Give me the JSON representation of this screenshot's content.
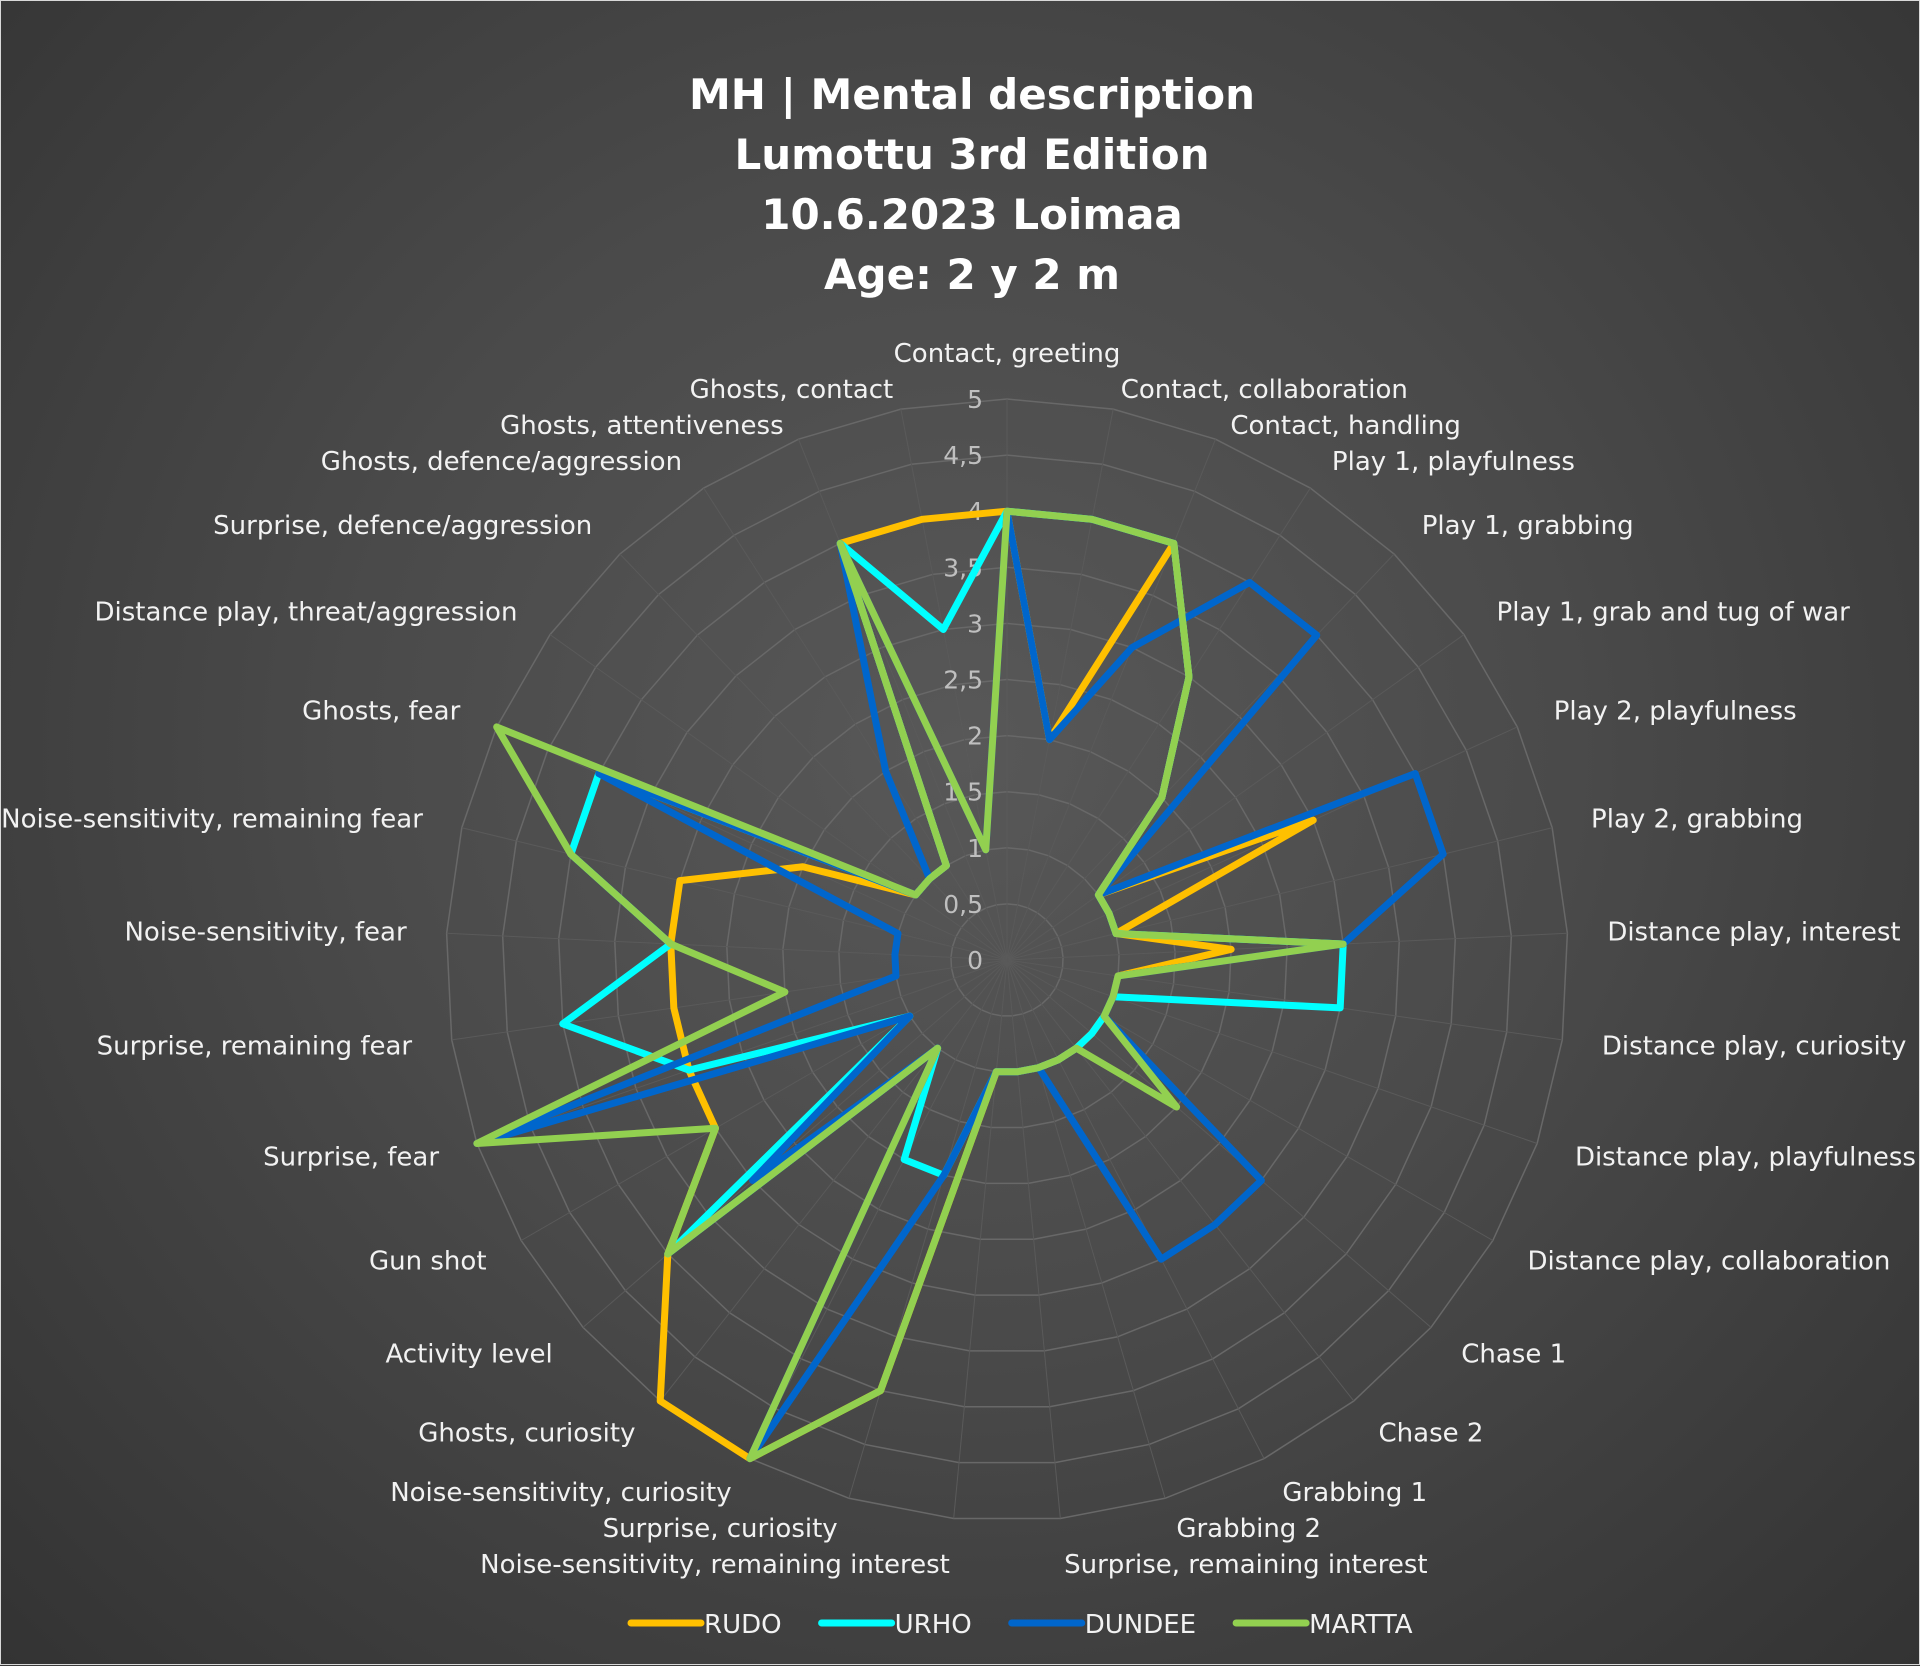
{
  "title_lines": [
    "MH | Mental description",
    "Lumottu 3rd Edition",
    "10.6.2023 Loimaa",
    "Age: 2 y 2 m"
  ],
  "chart_data": {
    "type": "radar",
    "title": "MH | Mental description / Lumottu 3rd Edition / 10.6.2023 Loimaa / Age: 2 y 2 m",
    "categories": [
      "Contact, greeting",
      "Contact, collaboration",
      "Contact, handling",
      "Play 1, playfulness",
      "Play 1, grabbing",
      "Play 1, grab and tug of war",
      "Play 2, playfulness",
      "Play 2, grabbing",
      "Distance play, interest",
      "Distance play, curiosity",
      "Distance play, playfulness",
      "Distance play, collaboration",
      "Chase 1",
      "Chase 2",
      "Grabbing 1",
      "Grabbing 2",
      "Surprise, remaining interest",
      "Noise-sensitivity, remaining interest",
      "Surprise, curiosity",
      "Noise-sensitivity, curiosity",
      "Ghosts, curiosity",
      "Activity level",
      "Gun shot",
      "Surprise, fear",
      "Surprise, remaining fear",
      "Noise-sensitivity, fear",
      "Noise-sensitivity, remaining fear",
      "Ghosts, fear",
      "Distance play, threat/aggression",
      "Surprise, defence/aggression",
      "Ghosts, defence/aggression",
      "Ghosts, attentiveness",
      "Ghosts, contact"
    ],
    "rlim": [
      0,
      5
    ],
    "ticks": [
      "0",
      "0,5",
      "1",
      "1,5",
      "2",
      "2,5",
      "3",
      "3,5",
      "4",
      "4,5",
      "5"
    ],
    "tick_values": [
      0,
      0.5,
      1,
      1.5,
      2,
      2.5,
      3,
      3.5,
      4,
      4.5,
      5
    ],
    "legend_position": "bottom",
    "series": [
      {
        "name": "RUDO",
        "color": "#ffc000",
        "values": [
          4,
          2,
          4,
          3,
          2,
          1,
          3,
          1,
          2,
          1,
          1,
          1,
          1,
          1,
          1,
          1,
          1,
          1,
          4,
          5,
          5,
          4,
          3,
          3,
          3,
          3,
          3,
          2,
          1,
          1,
          1,
          4,
          4
        ]
      },
      {
        "name": "URHO",
        "color": "#00ffff",
        "values": [
          4,
          4,
          4,
          3,
          2,
          1,
          1,
          1,
          3,
          3,
          1,
          1,
          1,
          1,
          1,
          1,
          1,
          1,
          2,
          2,
          1,
          4,
          1,
          3,
          4,
          3,
          4,
          4,
          1,
          1,
          1,
          4,
          3
        ]
      },
      {
        "name": "DUNDEE",
        "color": "#0066cc",
        "values": [
          4,
          2,
          3,
          4,
          4,
          1,
          4,
          4,
          3,
          1,
          1,
          1,
          3,
          3,
          3,
          1,
          1,
          1,
          2,
          5,
          1,
          3,
          1,
          5,
          1,
          1,
          1,
          4,
          1,
          1,
          2,
          4,
          1
        ]
      },
      {
        "name": "MARTTA",
        "color": "#92d050",
        "values": [
          4,
          4,
          4,
          3,
          2,
          1,
          1,
          1,
          3,
          1,
          1,
          1,
          2,
          1,
          1,
          1,
          1,
          1,
          4,
          5,
          1,
          4,
          3,
          5,
          2,
          3,
          4,
          5,
          1,
          1,
          1,
          4,
          1
        ]
      }
    ]
  }
}
